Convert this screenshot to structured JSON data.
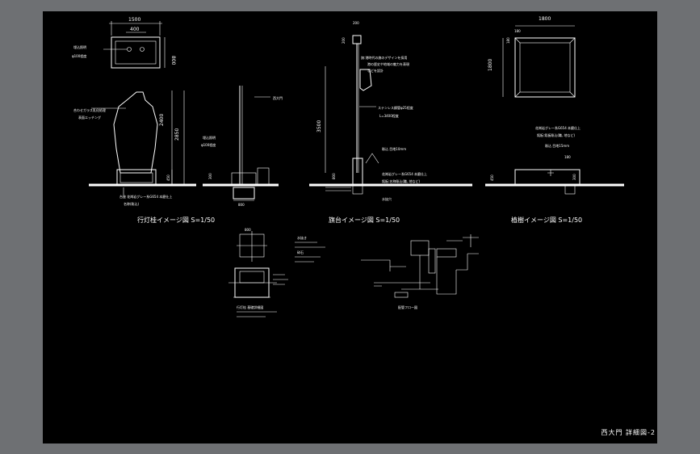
{
  "drawing": {
    "sheet_title": "西大門 詳細図-2",
    "elevation_1": {
      "caption": "行灯桂イメージ図 S=1/50",
      "dim_width_total": "1500",
      "dim_width_inner": "400",
      "dim_depth": "800",
      "dim_height_total": "2850",
      "dim_height_body": "2400",
      "dim_base": "450",
      "note_light": "埋込照明",
      "note_light_spec": "φ100程度",
      "note_glass_1": "合わせガラス乳化処理",
      "note_glass_2": "表面エッチング",
      "note_base_1": "台座 花崗岩グレー系G654 本磨仕上",
      "note_base_2": "名称(彫込)"
    },
    "elevation_2": {
      "caption": "旗台イメージ図 S=1/50",
      "label_gate": "西大門",
      "note_light": "埋込照明",
      "note_light_spec": "φ100程度",
      "dim_base_h": "300",
      "dim_base_w": "800",
      "dim_top": "200",
      "dim_top_h": "200",
      "dim_pole": "3500",
      "dim_block": "800",
      "note_design_1": "旗:港時代の旗のデザインを採用",
      "note_design_2": "港の歴史や地域の魅力を表現",
      "note_design_3": "などを設計",
      "note_pole_1": "ステンレス鋼管φ25程度",
      "note_pole_2": "L=3400程度",
      "note_plate": "彫込 目地10mm",
      "note_stone_1": "花崗岩グレー系G654 本磨仕上",
      "note_stone_2": "銘板:名称彫込(職, 地など)",
      "note_drain": "水抜穴"
    },
    "elevation_3": {
      "caption": "植樹イメージ図 S=1/50",
      "dim_width": "1800",
      "dim_depth": "1800",
      "dim_rim": "180",
      "dim_rim_2": "180",
      "dim_base_h": "450",
      "dim_wall_h": "300",
      "dim_wall_w": "180",
      "note_stone_1": "花崗岩グレー系G654 本磨仕上",
      "note_stone_2": "銘板:銘板彫込(職, 地など)",
      "note_joint": "彫込 目地15mm"
    },
    "detail_1": {
      "caption": "行灯桂 基礎詳細図",
      "label_top": "800",
      "note_a": "水抜き",
      "note_b": "砕石"
    },
    "detail_2": {
      "caption": "配管フロー図"
    }
  },
  "colors": {
    "background": "#000000",
    "linework": "#ffffff",
    "chrome": "#6e7073"
  }
}
